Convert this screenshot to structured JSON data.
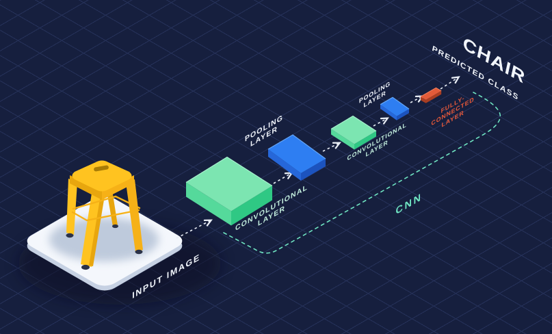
{
  "colors": {
    "background": "#161F3E",
    "grid_line": "#26325A",
    "text_white": "#F2F6FC",
    "text_mint": "#C2EDDD",
    "teal": "#6FE4C2",
    "orange": "#E8593A",
    "green_top": "#7CE5B1",
    "green_left": "#55D99B",
    "green_right": "#2FC884",
    "green_rim": "#A5F0CC",
    "blue_top": "#2E7EF2",
    "blue_left": "#2667D9",
    "blue_right": "#1C53BE",
    "blue_rim": "#63A5F7",
    "red_top": "#E25B39",
    "red_side": "#A93E22",
    "red_rim": "#F4825E",
    "platform_top": "#F4F7FC",
    "platform_edge": "#C6D1E3",
    "arrow": "#E9EEF6",
    "stool_yellow": "#FFC320",
    "stool_mid": "#F6B117",
    "stool_dark": "#E8A60E",
    "stool_deep": "#A87C06",
    "foot_dark": "#2B3248"
  },
  "labels": {
    "input": "INPUT IMAGE",
    "conv_line1": "CONVOLUTIONAL",
    "conv_line2": "LAYER",
    "pool_line1": "POOLING",
    "pool_line2": "LAYER",
    "fc_line1": "FULLY-",
    "fc_line2": "CONNECTED",
    "fc_line3": "LAYER",
    "cnn": "CNN",
    "prediction": "CHAIR",
    "prediction_caption": "PREDICTED CLASS"
  }
}
